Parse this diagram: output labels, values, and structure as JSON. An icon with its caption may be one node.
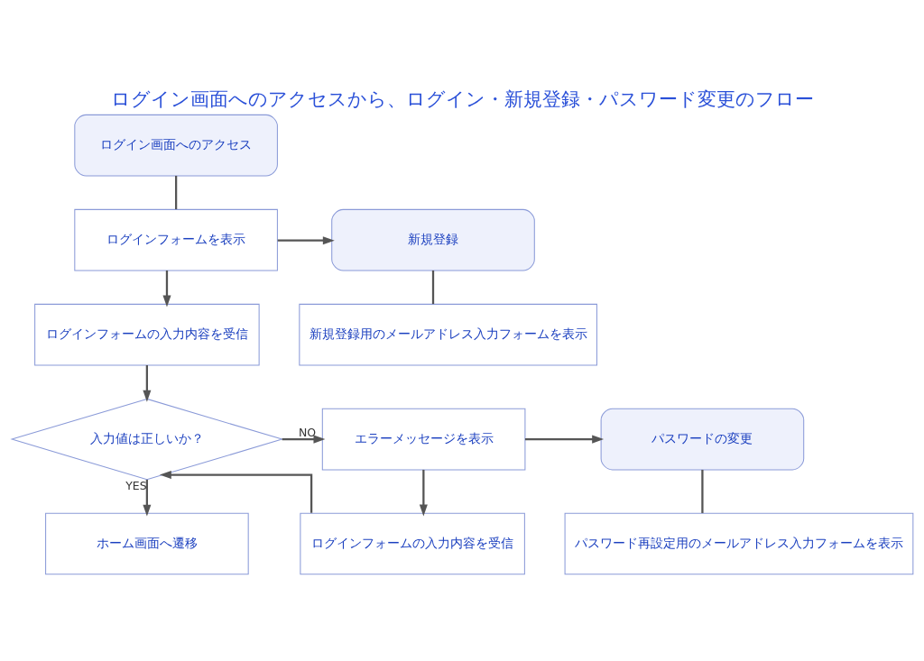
{
  "diagram": {
    "title": "ログイン画面へのアクセスから、ログイン・新規登録・パスワード変更のフロー",
    "nodes": [
      {
        "text": [
          "ログイン画面へのアクセス"
        ]
      },
      {
        "text": [
          "ログインフォームを表示"
        ]
      },
      {
        "text": [
          "新規登録"
        ]
      },
      {
        "text": [
          "ログインフォームの入力内容を受信"
        ]
      },
      {
        "text": [
          "新規登録用のメールアドレス入力フォームを表示"
        ]
      },
      {
        "text": [
          "入力値は正しいか？"
        ]
      },
      {
        "text": [
          "エラーメッセージを表示"
        ]
      },
      {
        "text": [
          "パスワードの変更"
        ]
      },
      {
        "text": [
          "ホーム画面へ遷移"
        ]
      },
      {
        "text": [
          "ログインフォームの入力内容を受信"
        ]
      },
      {
        "text": [
          "パスワード再設定用のメールアドレス入力フォームを表示"
        ]
      }
    ],
    "edges": [
      {
        "from": 0,
        "to": 1,
        "arrow": "none"
      },
      {
        "from": 1,
        "to": 2,
        "arrow": "to"
      },
      {
        "from": 1,
        "to": 3,
        "arrow": "to"
      },
      {
        "from": 2,
        "to": 4,
        "arrow": "none"
      },
      {
        "from": 3,
        "to": 5,
        "arrow": "to"
      },
      {
        "from": 5,
        "to": 6,
        "arrow": "to",
        "label": "NO"
      },
      {
        "from": 6,
        "to": 7,
        "arrow": "to"
      },
      {
        "from": 5,
        "to": 8,
        "arrow": "to",
        "label": "YES"
      },
      {
        "from": 6,
        "to": 9,
        "arrow": "to"
      },
      {
        "from": 7,
        "to": 10,
        "arrow": "none"
      },
      {
        "from": 9,
        "to": 5,
        "arrow": "to"
      }
    ]
  }
}
